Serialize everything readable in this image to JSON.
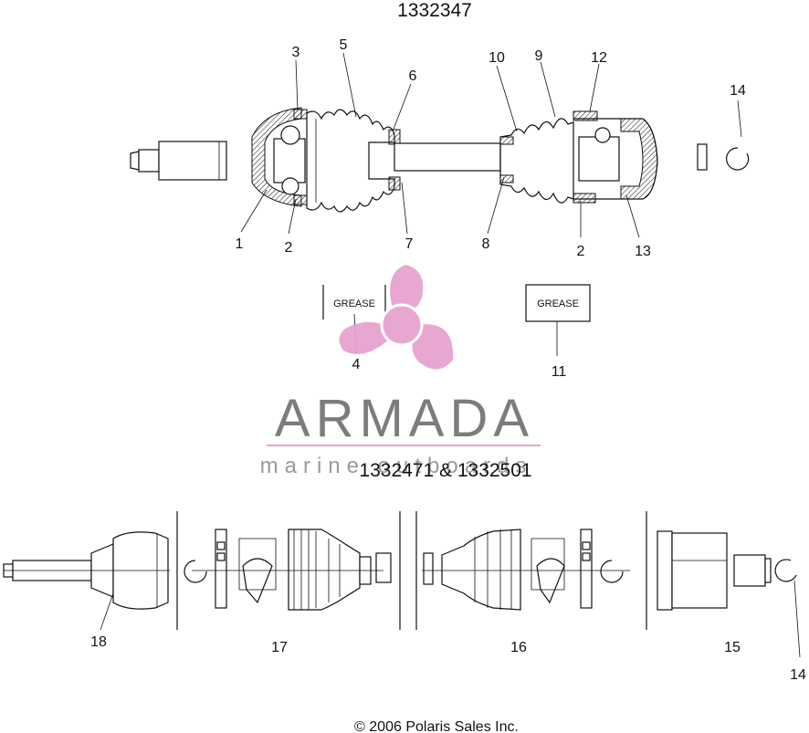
{
  "diagram": {
    "top_title": "1332347",
    "bottom_title": "1332471 & 1332501",
    "copyright": "© 2006 Polaris Sales Inc.",
    "grease_label": "GREASE",
    "watermark": {
      "name": "ARMADA",
      "tagline": "marine outboards",
      "color": "#e7a3cf"
    },
    "top_callouts": [
      "1",
      "2",
      "3",
      "5",
      "6",
      "7",
      "8",
      "10",
      "9",
      "12",
      "2",
      "13",
      "14",
      "4",
      "11"
    ],
    "bottom_callouts": [
      "18",
      "17",
      "16",
      "15",
      "14"
    ]
  }
}
